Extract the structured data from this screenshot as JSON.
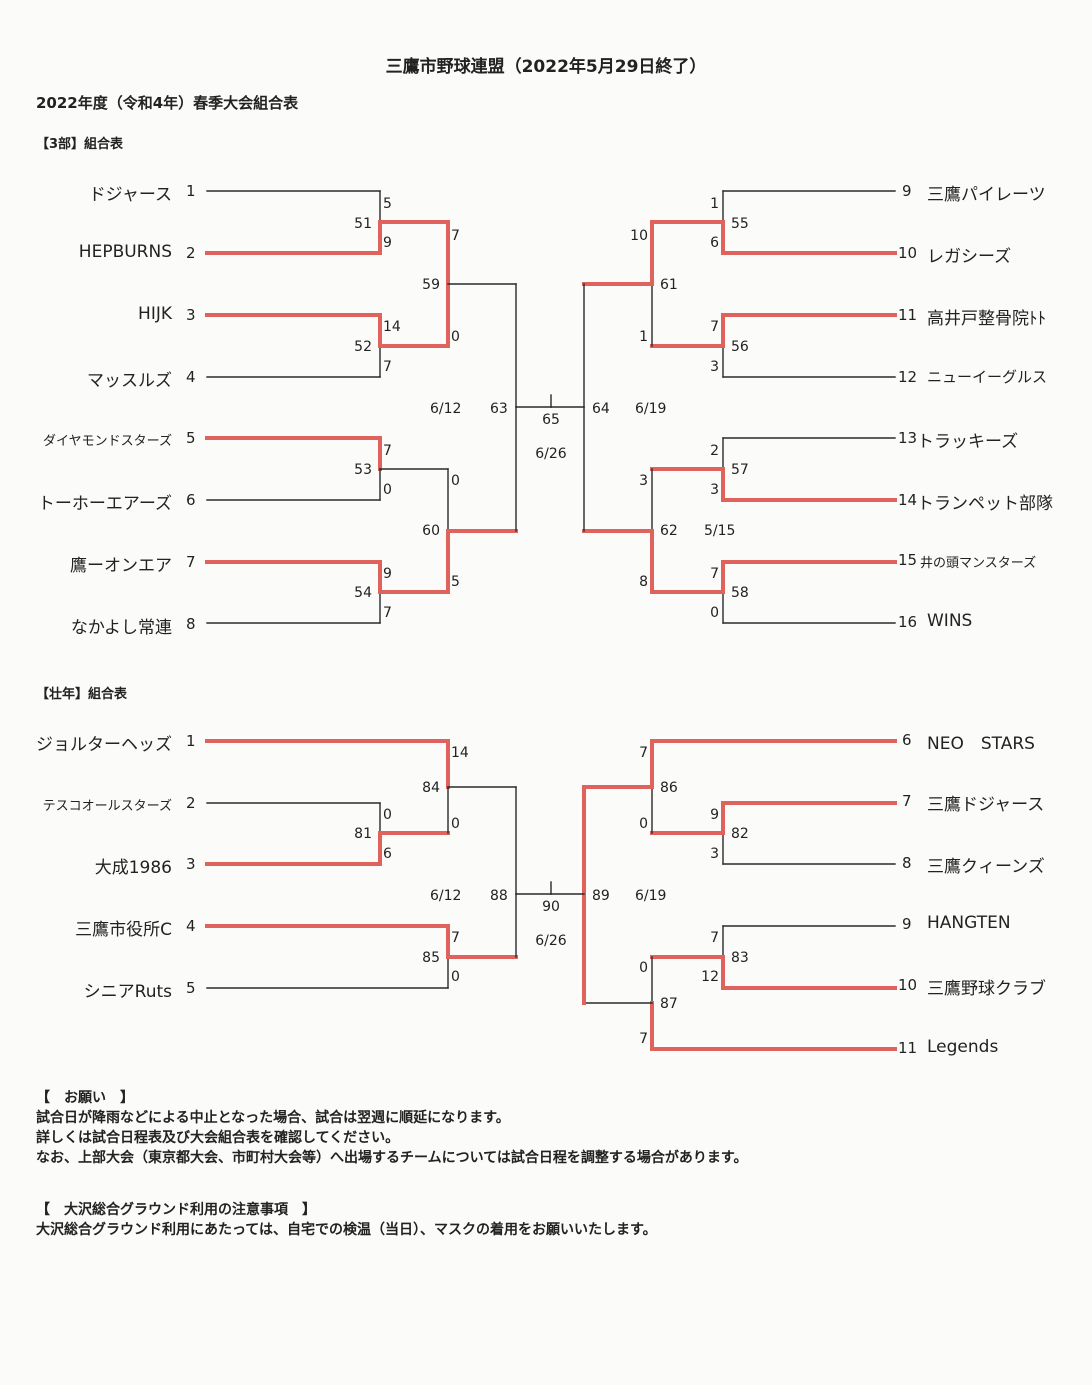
{
  "title": "三鷹市野球連盟（2022年5月29日終了）",
  "subtitle": "2022年度（令和4年）春季大会組合表",
  "win_color": "#e0625c",
  "line_color": "#2a2a2a",
  "div3": {
    "header": "【3部】組合表",
    "left_teams": [
      {
        "seed": "1",
        "name": "ドジャース"
      },
      {
        "seed": "2",
        "name": "HEPBURNS"
      },
      {
        "seed": "3",
        "name": "HIJK"
      },
      {
        "seed": "4",
        "name": "マッスルズ"
      },
      {
        "seed": "5",
        "name": "ダイヤモンドスターズ"
      },
      {
        "seed": "6",
        "name": "トーホーエアーズ"
      },
      {
        "seed": "7",
        "name": "鷹ーオンエア"
      },
      {
        "seed": "8",
        "name": "なかよし常連"
      }
    ],
    "right_teams": [
      {
        "seed": "9",
        "name": "三鷹パイレーツ"
      },
      {
        "seed": "10",
        "name": "レガシーズ"
      },
      {
        "seed": "11",
        "name": "高井戸整骨院ﾄﾄ"
      },
      {
        "seed": "12",
        "name": "ニューイーグルス"
      },
      {
        "seed": "13",
        "name": "トラッキーズ"
      },
      {
        "seed": "14",
        "name": "トランペット部隊"
      },
      {
        "seed": "15",
        "name": "井の頭マンスターズ"
      },
      {
        "seed": "16",
        "name": "WINS"
      }
    ],
    "labels": {
      "s1": "5",
      "s2": "9",
      "g51": "51",
      "s3": "14",
      "s4": "7",
      "g52": "52",
      "s5": "7",
      "s6": "0",
      "g53": "53",
      "s7": "9",
      "s8": "7",
      "g54": "54",
      "s51": "7",
      "s52": "0",
      "g59": "59",
      "s53": "0",
      "s54": "5",
      "g60": "60",
      "d63": "6/12",
      "g63": "63",
      "g65": "65",
      "d65": "6/26",
      "g64": "64",
      "d64": "6/19",
      "s9": "1",
      "s10": "6",
      "g55": "55",
      "s11": "7",
      "s12": "3",
      "g56": "56",
      "s13": "2",
      "s14": "3",
      "g57": "57",
      "s15": "7",
      "s16": "0",
      "g58": "58",
      "s55": "10",
      "s56": "1",
      "g61": "61",
      "s57": "3",
      "s58": "8",
      "g62": "62",
      "d62": "5/15"
    }
  },
  "senior": {
    "header": "【壮年】組合表",
    "left_teams": [
      {
        "seed": "1",
        "name": "ジョルターヘッズ"
      },
      {
        "seed": "2",
        "name": "テスコオールスターズ"
      },
      {
        "seed": "3",
        "name": "大成1986"
      },
      {
        "seed": "4",
        "name": "三鷹市役所C"
      },
      {
        "seed": "5",
        "name": "シニアRuts"
      }
    ],
    "right_teams": [
      {
        "seed": "6",
        "name": "NEO　STARS"
      },
      {
        "seed": "7",
        "name": "三鷹ドジャース"
      },
      {
        "seed": "8",
        "name": "三鷹クィーンズ"
      },
      {
        "seed": "9",
        "name": "HANGTEN"
      },
      {
        "seed": "10",
        "name": "三鷹野球クラブ"
      },
      {
        "seed": "11",
        "name": "Legends"
      }
    ],
    "labels": {
      "s2": "0",
      "s3": "6",
      "g81": "81",
      "s1": "14",
      "s81": "0",
      "g84": "84",
      "s4": "7",
      "s5": "0",
      "g85": "85",
      "d88": "6/12",
      "g88": "88",
      "g90": "90",
      "d90": "6/26",
      "g89": "89",
      "d89": "6/19",
      "s7": "9",
      "s8": "3",
      "g82": "82",
      "s6": "7",
      "s82": "0",
      "g86": "86",
      "s9": "7",
      "s10": "12",
      "g83": "83",
      "s83": "0",
      "s11": "7",
      "g87": "87"
    }
  },
  "notes": {
    "request_header": "【　お願い　】",
    "request_lines": [
      "試合日が降雨などによる中止となった場合、試合は翌週に順延になります。",
      "詳しくは試合日程表及び大会組合表を確認してください。",
      "なお、上部大会（東京都大会、市町村大会等）へ出場するチームについては試合日程を調整する場合があります。"
    ],
    "ground_header": "【　大沢総合グラウンド利用の注意事項　】",
    "ground_lines": [
      "大沢総合グラウンド利用にあたっては、自宅での検温（当日）、マスクの着用をお願いいたします。"
    ]
  }
}
